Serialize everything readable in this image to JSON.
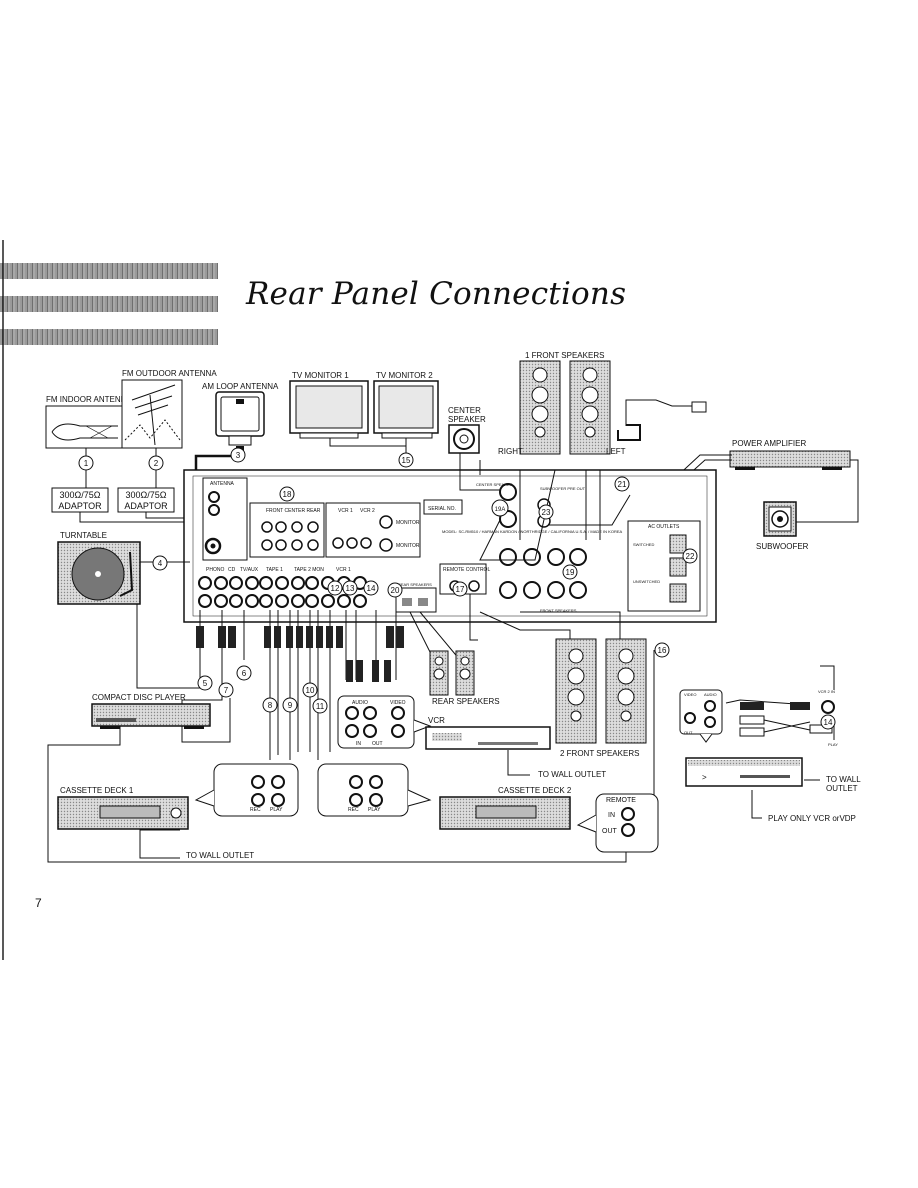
{
  "title": "Rear Panel Connections",
  "page_number": "7",
  "labels": {
    "fm_outdoor_antenna": "FM OUTDOOR ANTENNA",
    "fm_indoor_antenna": "FM INDOOR ANTENNA",
    "am_loop_antenna": "AM LOOP ANTENNA",
    "tv_monitor_1": "TV MONITOR 1",
    "tv_monitor_2": "TV MONITOR 2",
    "center_speaker_1": "CENTER",
    "center_speaker_2": "SPEAKER",
    "front_speakers_1": "1 FRONT SPEAKERS",
    "right": "RIGHT",
    "left": "LEFT",
    "power_amplifier": "POWER AMPLIFIER",
    "subwoofer": "SUBWOOFER",
    "adaptor_ohm": "300Ω/75Ω",
    "adaptor": "ADAPTOR",
    "turntable": "TURNTABLE",
    "compact_disc_player": "COMPACT DISC PLAYER",
    "cassette_deck_1": "CASSETTE DECK 1",
    "cassette_deck_2": "CASSETTE DECK 2",
    "to_wall_outlet": "TO WALL OUTLET",
    "to_wall": "TO WALL",
    "outlet": "OUTLET",
    "rear_speakers": "REAR SPEAKERS",
    "vcr": "VCR",
    "front_speakers_2": "2 FRONT SPEAKERS",
    "remote": "REMOTE",
    "in": "IN",
    "out": "OUT",
    "play_only": "PLAY ONLY VCR orVDP",
    "audio": "AUDIO",
    "video": "VIDEO",
    "rec": "REC",
    "play": "PLAY",
    "vcr2_in": "VCR 2 IN",
    "antenna": "ANTENNA",
    "front_center_rear": "FRONT   CENTER  REAR",
    "phono": "PHONO",
    "cd": "CD",
    "tv_aux": "TV/AUX",
    "tape1": "TAPE 1",
    "tape2_mon": "TAPE 2 MON",
    "vcr1": "VCR 1",
    "vcr2": "VCR 2",
    "monitor": "MONITOR",
    "serial_no": "SERIAL NO.",
    "remote_control": "REMOTE CONTROL",
    "rear_speakers_small": "REAR SPEAKERS",
    "ac_outlets": "AC OUTLETS",
    "front_speakers_small": "FRONT SPEAKERS",
    "subwoofer_pre_out": "SUBWOOFER PRE OUT",
    "center_speaker_panel": "CENTER SPEAKER",
    "model_text": "MODEL: SC-RM510 / HARMAN KARDON / NORTHRIDGE / CALIFORNIA  U.S.A. / MADE IN KOREA",
    "switched": "SWITCHED",
    "unswitched": "UNSWITCHED"
  },
  "callouts": [
    "1",
    "2",
    "3",
    "4",
    "5",
    "6",
    "7",
    "8",
    "9",
    "10",
    "11",
    "12",
    "13",
    "14",
    "15",
    "16",
    "17",
    "18",
    "19",
    "19A",
    "20",
    "21",
    "22",
    "23",
    "14"
  ]
}
